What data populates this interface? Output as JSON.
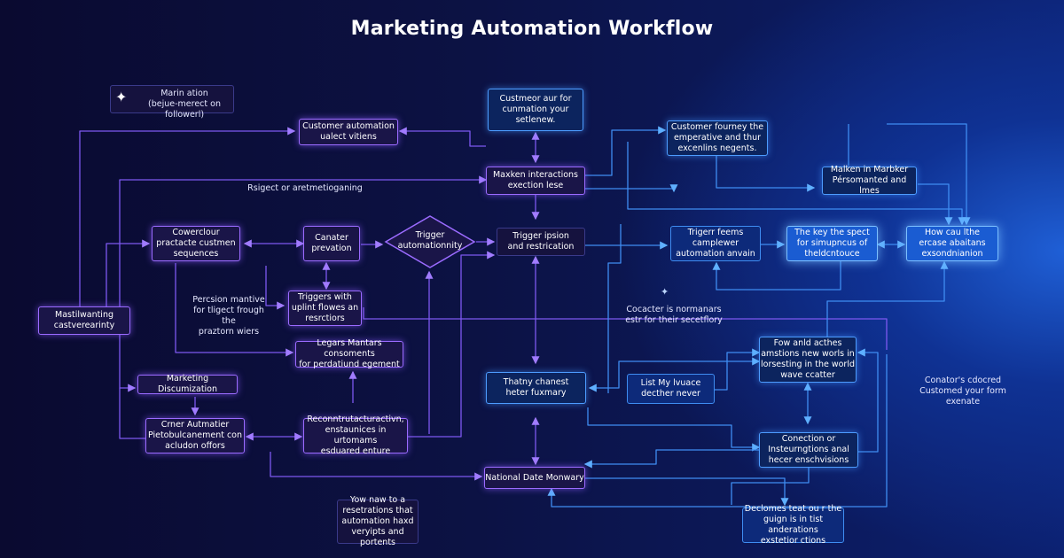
{
  "title": "Marketing Automation Workflow",
  "legend": {
    "label": "Marin ation\n(bejue-merect on followerl)"
  },
  "nodes": {
    "n1": "Customer automation\nualect vitiens",
    "n2": "Custmeor aur for\ncunmation your\nsetlenew.",
    "n3": "Maxken interactions\nexection lese",
    "n4": "Customer fourney the\nemperative and thur\nexcenlins negents.",
    "n5": "Malken in Marbker\nPérsomanted and lmes",
    "n6": "Cowerclour\npractacte custmen\nsequences",
    "n7": "Canater\nprevation",
    "n8": "Trigger\nautomationnity",
    "n9": "Trigger ipsion\nand restrication",
    "n10": "Trigerr feems\ncamplewer\nautomation anvain",
    "n11": "The key the spect\nfor simupncus of\ntheldcntouce",
    "n12": "How cau lthe\nercase abaitans\nexsondnianion",
    "n13": "Mastilwanting\ncastverearinty",
    "n14": "Triggers with\nuplint flowes an\nresrctiors",
    "n15": "Legars Mantars consoments\nfor perdatiund egement",
    "n16": "Marketing Discumization",
    "n17": "Crner Autmatier\nPietobulcanement con\nacludon offors",
    "n18": "Reconntrutacturactivn,\nenstaunices in urtomams\nesduared enture",
    "n19": "Thatny chanest\nheter fuxmary",
    "n20": "List My lvuace\ndecther never",
    "n21": "Fow anld acthes\namstions new worls in\nlorsesting in the world\nwave ccatter",
    "n22": "Conection or\nInsteurngtions anal\nhecer enschvisions",
    "n23": "National Date Monwary",
    "n24": "Declomes teat ou r the\nguign is in tist anderations\nexstetior ctions",
    "n25": "Yow naw to    a\nresetrations that\nautomation haxd\nveryipts and portents"
  },
  "labels": {
    "l1": "Rsigect or aretmetioganing",
    "l2": "Percsion mantive\nfor tligect frough the\npraztorn wiers",
    "l3": "Cocacter is normanars\nestr for their secetflory",
    "l4": "Conator's cdocred\nCustomed your form exenate"
  },
  "icons": {
    "legend_star": "sparkle-icon",
    "mid_star": "sparkle-icon"
  },
  "colors": {
    "purple_line": "#7d58f0",
    "blue_line": "#3f8df2",
    "purple_border": "#9b6bff",
    "blue_border": "#4d9cff"
  }
}
